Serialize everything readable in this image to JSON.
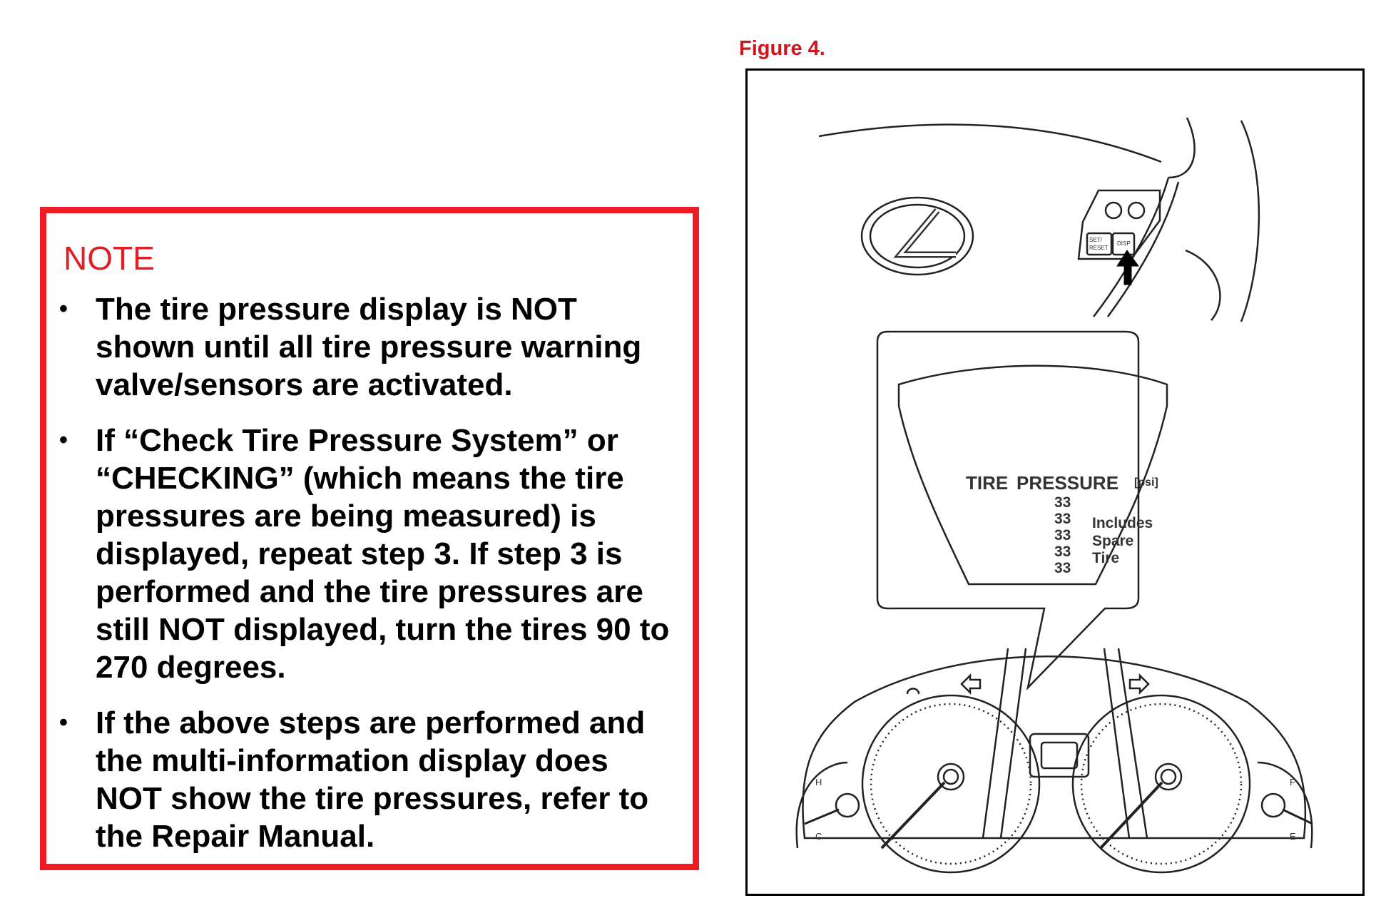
{
  "note": {
    "title": "NOTE",
    "bullet_glyph": "•",
    "items": [
      "The tire pressure display is NOT shown until all tire pressure warning valve/sensors are activated.",
      "If “Check Tire Pressure System” or “CHECKING” (which means the tire pressures are being measured) is displayed, repeat step 3. If step 3 is performed and the tire pressures are still NOT displayed, turn the tires 90 to 270 degrees.",
      "If the above steps are performed and the multi-information display does NOT show the tire pressures, refer to the Repair Manual."
    ]
  },
  "figure": {
    "caption": "Figure 4.",
    "display": {
      "title_left": "TIRE",
      "title_right": "PRESSURE",
      "unit": "[psi]",
      "values": [
        "33",
        "33",
        "33",
        "33",
        "33"
      ],
      "note_lines": [
        "Includes",
        "Spare",
        "Tire"
      ]
    },
    "button_labels": [
      "SET/",
      "RESET",
      "DISP"
    ],
    "gauge_labels": [
      "H",
      "C",
      "F",
      "E"
    ]
  },
  "colors": {
    "note_border": "#ee1c24",
    "note_title": "#e31d24",
    "caption": "#d0161c"
  }
}
